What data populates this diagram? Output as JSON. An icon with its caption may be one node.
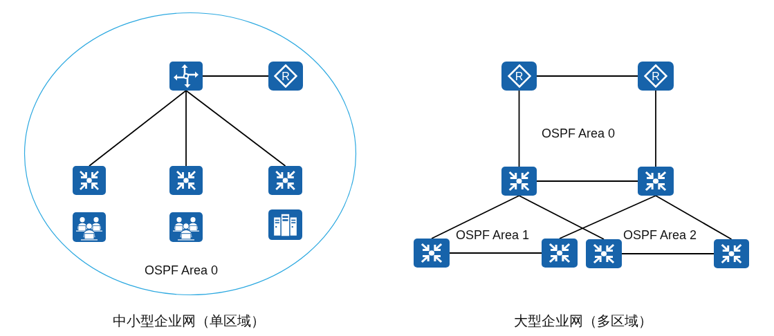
{
  "diagram": {
    "nodes": [
      {
        "text": [
          "OSPF Area 0"
        ]
      },
      {
        "text": [],
        "shape": "picture",
        "in": 0
      },
      {
        "text": [
          "R"
        ],
        "in": 0
      },
      {
        "text": [],
        "shape": "picture",
        "in": 0
      },
      {
        "text": [],
        "shape": "picture",
        "in": 0
      },
      {
        "text": [],
        "shape": "picture",
        "in": 0
      },
      {
        "text": [],
        "shape": "picture",
        "in": 0
      },
      {
        "text": [],
        "shape": "picture",
        "in": 0
      },
      {
        "text": [],
        "shape": "picture",
        "in": 0
      },
      {
        "text": [
          "R"
        ]
      },
      {
        "text": [
          "R"
        ]
      },
      {
        "text": [],
        "shape": "picture"
      },
      {
        "text": [],
        "shape": "picture"
      },
      {
        "text": [],
        "shape": "picture"
      },
      {
        "text": [],
        "shape": "picture"
      },
      {
        "text": [],
        "shape": "picture"
      },
      {
        "text": [],
        "shape": "picture"
      }
    ],
    "edges": [
      {
        "from": 1,
        "to": 2,
        "arrow": "none"
      },
      {
        "from": 1,
        "to": 3,
        "arrow": "none"
      },
      {
        "from": 1,
        "to": 4,
        "arrow": "none"
      },
      {
        "from": 1,
        "to": 5,
        "arrow": "none"
      },
      {
        "from": 9,
        "to": 10,
        "arrow": "none"
      },
      {
        "from": 9,
        "to": 11,
        "arrow": "none"
      },
      {
        "from": 10,
        "to": 12,
        "arrow": "none"
      },
      {
        "from": 11,
        "to": 12,
        "arrow": "none"
      },
      {
        "from": 11,
        "to": 13,
        "arrow": "none"
      },
      {
        "from": 11,
        "to": 15,
        "arrow": "none"
      },
      {
        "from": 12,
        "to": 14,
        "arrow": "none"
      },
      {
        "from": 12,
        "to": 16,
        "arrow": "none"
      },
      {
        "from": 13,
        "to": 14,
        "arrow": "none"
      },
      {
        "from": 15,
        "to": 16,
        "arrow": "none"
      }
    ],
    "labels": [
      "OSPF Area 0",
      "OSPF Area 1",
      "OSPF Area 2",
      "中小型企业网（单区域）",
      "大型企业网（多区域）"
    ]
  }
}
